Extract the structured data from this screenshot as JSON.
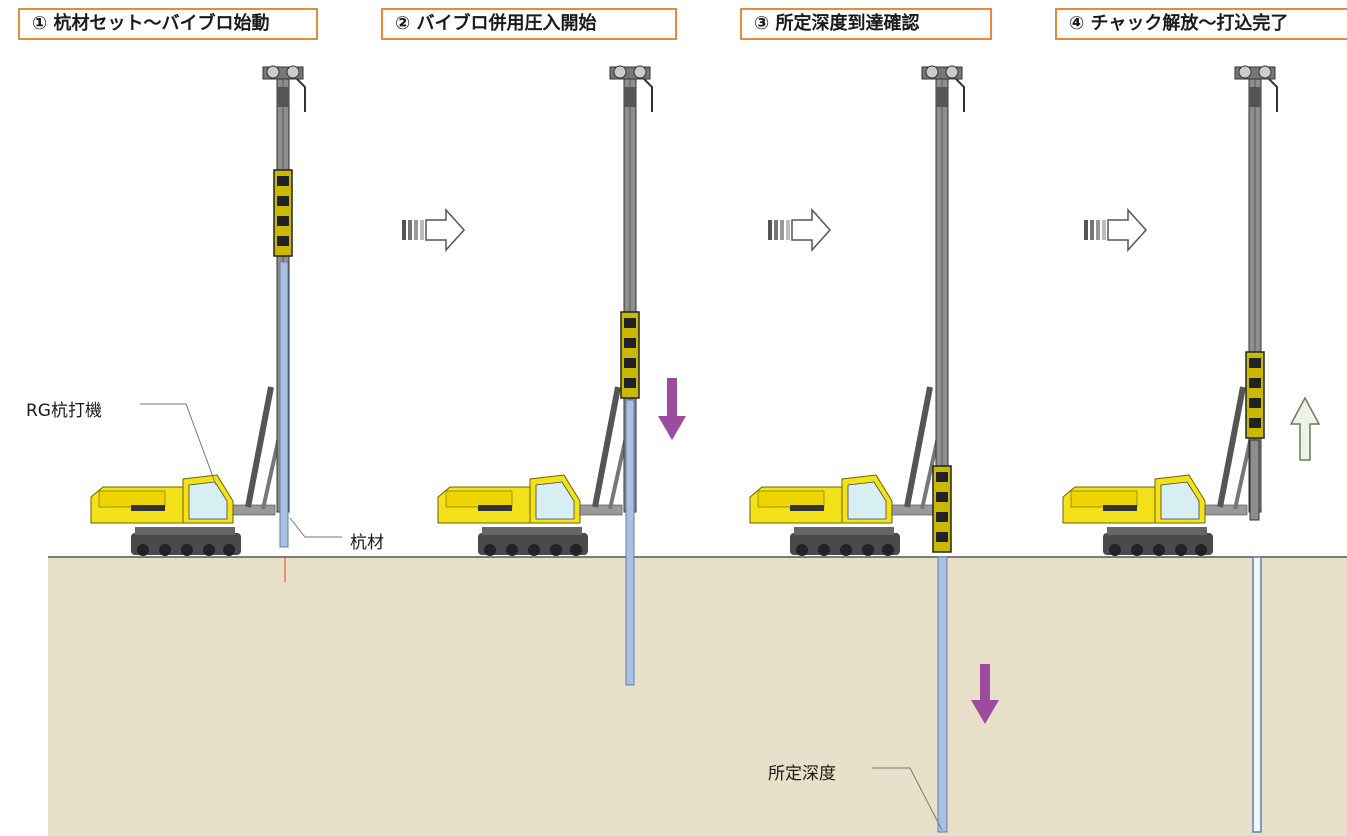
{
  "steps": [
    {
      "title": "① 杭材セット〜バイブロ始動"
    },
    {
      "title": "② バイブロ併用圧入開始"
    },
    {
      "title": "③ 所定深度到達確認"
    },
    {
      "title": "④ チャック解放〜打込完了"
    }
  ],
  "labels": {
    "machine": "RG杭打機",
    "pile": "杭材",
    "target_depth": "所定深度"
  },
  "colors": {
    "title_border": "#e58a3c",
    "ground": "#e8e0c8",
    "pile": "#aac0de",
    "push_arrow": "#9b4c9e",
    "release_arrow": "#eef3e8",
    "machine_body": "#f3e11a"
  }
}
